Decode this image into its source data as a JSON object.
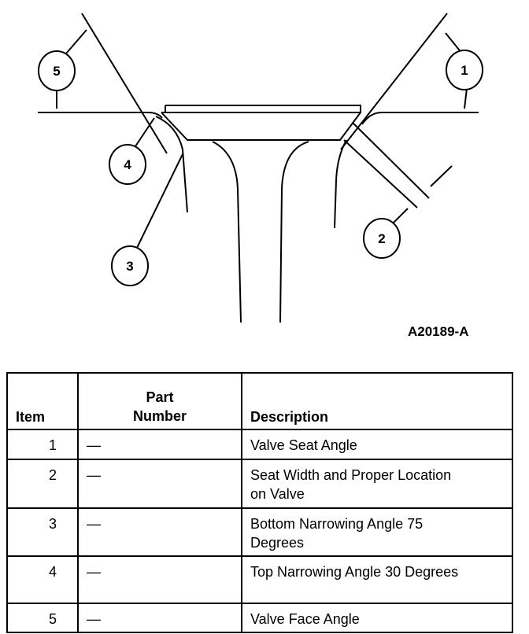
{
  "figure": {
    "id": "A20189-A",
    "callouts": [
      "1",
      "2",
      "3",
      "4",
      "5"
    ]
  },
  "table": {
    "headers": {
      "item": "Item",
      "part_number_line1": "Part",
      "part_number_line2": "Number",
      "description": "Description"
    },
    "rows": [
      {
        "item": "1",
        "part_number": "—",
        "description": "Valve Seat Angle"
      },
      {
        "item": "2",
        "part_number": "—",
        "description": "Seat Width and Proper Location on Valve"
      },
      {
        "item": "3",
        "part_number": "—",
        "description": "Bottom Narrowing Angle 75 Degrees"
      },
      {
        "item": "4",
        "part_number": "—",
        "description": "Top Narrowing Angle 30 Degrees"
      },
      {
        "item": "5",
        "part_number": "—",
        "description": "Valve Face Angle"
      }
    ]
  }
}
